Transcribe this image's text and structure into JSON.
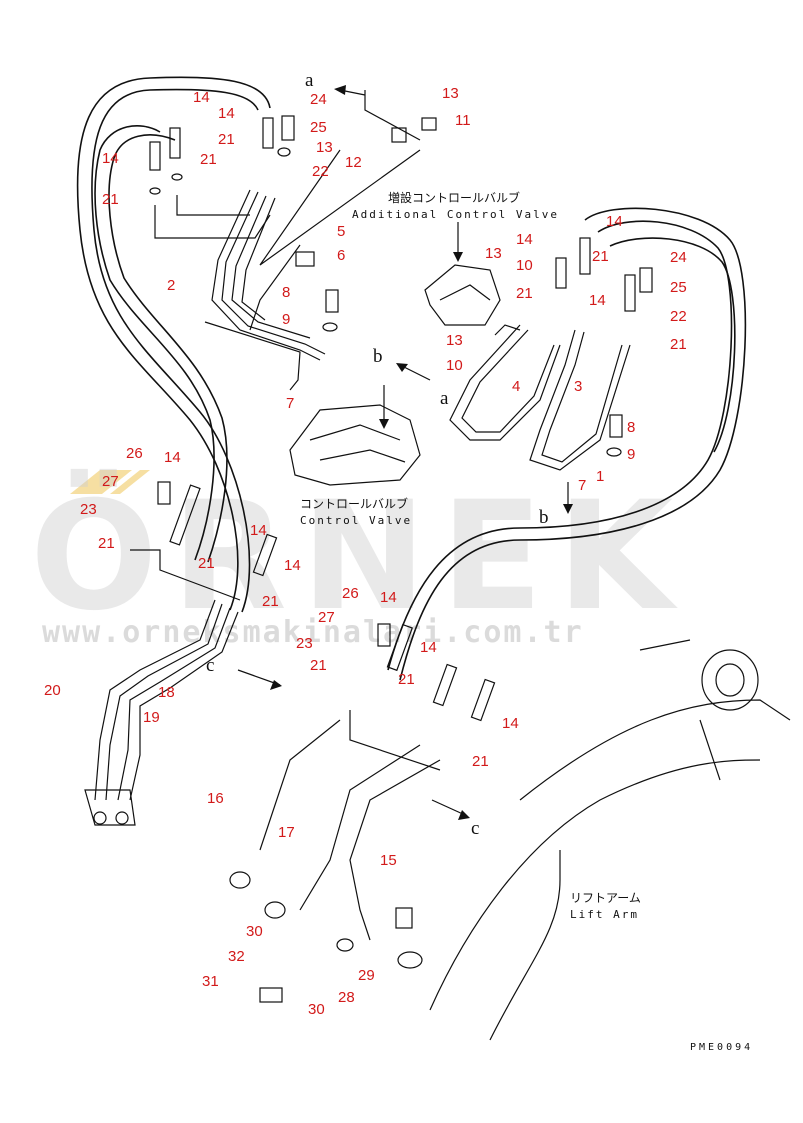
{
  "diagram": {
    "callouts": [
      {
        "id": "c1",
        "text": "14"
      },
      {
        "id": "c2",
        "text": "14"
      },
      {
        "id": "c3",
        "text": "24"
      },
      {
        "id": "c4",
        "text": "25"
      },
      {
        "id": "c5",
        "text": "21"
      },
      {
        "id": "c6",
        "text": "13"
      },
      {
        "id": "c7",
        "text": "14"
      },
      {
        "id": "c8",
        "text": "21"
      },
      {
        "id": "c9",
        "text": "22"
      },
      {
        "id": "c10",
        "text": "21"
      },
      {
        "id": "c11",
        "text": "13"
      },
      {
        "id": "c12",
        "text": "11"
      },
      {
        "id": "c13",
        "text": "12"
      },
      {
        "id": "c14",
        "text": "5"
      },
      {
        "id": "c15",
        "text": "6"
      },
      {
        "id": "c16",
        "text": "2"
      },
      {
        "id": "c17",
        "text": "8"
      },
      {
        "id": "c18",
        "text": "9"
      },
      {
        "id": "c19",
        "text": "7"
      },
      {
        "id": "c20",
        "text": "13"
      },
      {
        "id": "c21",
        "text": "14"
      },
      {
        "id": "c22",
        "text": "10"
      },
      {
        "id": "c23",
        "text": "21"
      },
      {
        "id": "c24",
        "text": "14"
      },
      {
        "id": "c25",
        "text": "21"
      },
      {
        "id": "c26",
        "text": "14"
      },
      {
        "id": "c27",
        "text": "24"
      },
      {
        "id": "c28",
        "text": "25"
      },
      {
        "id": "c29",
        "text": "22"
      },
      {
        "id": "c30",
        "text": "21"
      },
      {
        "id": "c31",
        "text": "13"
      },
      {
        "id": "c32",
        "text": "10"
      },
      {
        "id": "c33",
        "text": "4"
      },
      {
        "id": "c34",
        "text": "3"
      },
      {
        "id": "c35",
        "text": "8"
      },
      {
        "id": "c36",
        "text": "9"
      },
      {
        "id": "c37",
        "text": "1"
      },
      {
        "id": "c38",
        "text": "7"
      },
      {
        "id": "c39",
        "text": "26"
      },
      {
        "id": "c40",
        "text": "14"
      },
      {
        "id": "c41",
        "text": "27"
      },
      {
        "id": "c42",
        "text": "23"
      },
      {
        "id": "c43",
        "text": "21"
      },
      {
        "id": "c44",
        "text": "14"
      },
      {
        "id": "c45",
        "text": "21"
      },
      {
        "id": "c46",
        "text": "14"
      },
      {
        "id": "c47",
        "text": "21"
      },
      {
        "id": "c48",
        "text": "26"
      },
      {
        "id": "c49",
        "text": "14"
      },
      {
        "id": "c50",
        "text": "27"
      },
      {
        "id": "c51",
        "text": "23"
      },
      {
        "id": "c52",
        "text": "21"
      },
      {
        "id": "c53",
        "text": "14"
      },
      {
        "id": "c54",
        "text": "21"
      },
      {
        "id": "c55",
        "text": "14"
      },
      {
        "id": "c56",
        "text": "21"
      },
      {
        "id": "c57",
        "text": "20"
      },
      {
        "id": "c58",
        "text": "18"
      },
      {
        "id": "c59",
        "text": "19"
      },
      {
        "id": "c60",
        "text": "16"
      },
      {
        "id": "c61",
        "text": "17"
      },
      {
        "id": "c62",
        "text": "15"
      },
      {
        "id": "c63",
        "text": "30"
      },
      {
        "id": "c64",
        "text": "32"
      },
      {
        "id": "c65",
        "text": "29"
      },
      {
        "id": "c66",
        "text": "28"
      },
      {
        "id": "c67",
        "text": "31"
      },
      {
        "id": "c68",
        "text": "30"
      }
    ],
    "references": [
      {
        "id": "r1",
        "text": "a"
      },
      {
        "id": "r2",
        "text": "b"
      },
      {
        "id": "r3",
        "text": "a"
      },
      {
        "id": "r4",
        "text": "b"
      },
      {
        "id": "r5",
        "text": "c"
      },
      {
        "id": "r6",
        "text": "c"
      }
    ],
    "labels": {
      "additional_jp": "増設コントロールバルブ",
      "additional_en": "Additional Control Valve",
      "control_jp": "コントロールバルブ",
      "control_en": "Control Valve",
      "lift_jp": "リフトアーム",
      "lift_en": "Lift Arm",
      "code": "PME0094"
    },
    "watermark": {
      "brand": "ÖRNEK",
      "url": "www.orneksmakinalari.com.tr"
    },
    "colors": {
      "callout": "#d21a1a",
      "line": "#111111",
      "watermark": "#cfcfcf",
      "accent": "#f2d27a"
    }
  }
}
